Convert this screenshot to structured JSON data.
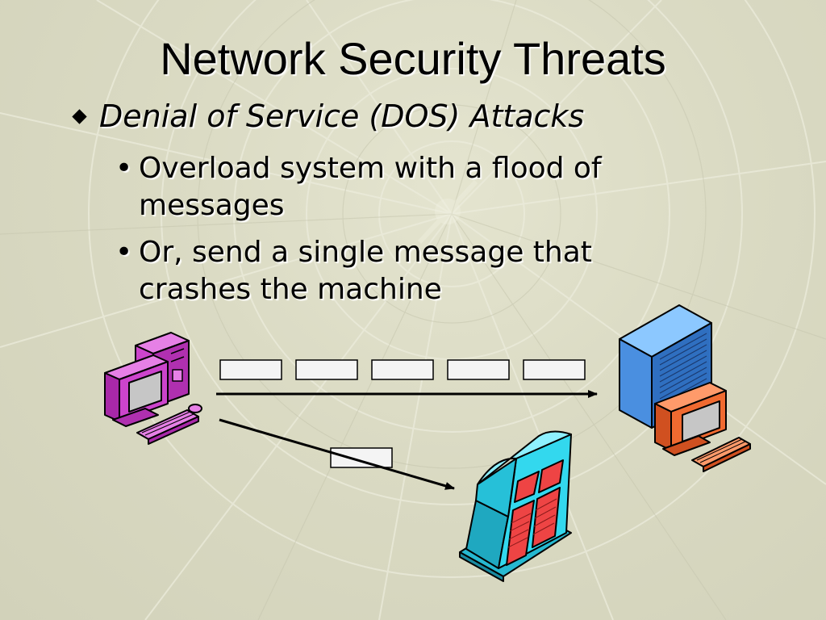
{
  "slide": {
    "title": "Network Security Threats",
    "bullet_main": "Denial of Service (DOS) Attacks",
    "sub_bullets": [
      "Overload system with a flood of messages",
      "Or, send a single message that crashes the machine"
    ],
    "sub_bullet_marker": "•"
  },
  "diagram": {
    "attacker": "magenta-desktop-computer-icon",
    "target_server": "blue-server-with-orange-workstation-icon",
    "crashed_machine": "cyan-server-tower-icon",
    "flood_message_count": 5,
    "single_message_count": 1,
    "colors": {
      "attacker": "#cc44cc",
      "server_blue": "#4a8fe0",
      "workstation_orange": "#f06a30",
      "tower_cyan": "#33d8ee",
      "tower_red": "#ee4444",
      "message_fill": "#f4f4f4"
    }
  }
}
